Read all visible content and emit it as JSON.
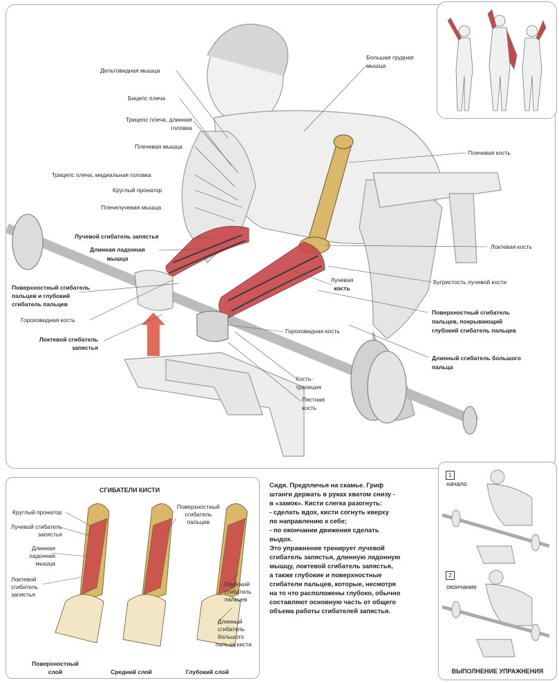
{
  "main_labels": {
    "deltoid": "Дельтовидная мышца",
    "biceps": "Бицепс плеча",
    "triceps_long_1": "Трицепс плеча, длинная",
    "triceps_long_2": "головка",
    "brachialis": "Плечевая мышца",
    "triceps_medial": "Трицепс плеча, медиальная головка",
    "pronator_teres": "Круглый пронатор",
    "brachioradialis": "Плечелучевая мышца",
    "fcr": "Лучевой сгибатель запястья",
    "palmaris_1": "Длинная ладонная",
    "palmaris_2": "мышца",
    "fds_fdp_1": "Поверхностный сгибатель",
    "fds_fdp_2": "пальцев и глубокий",
    "fds_fdp_3": "сгибатель пальцев",
    "pisiform_left": "Гороховидная кость",
    "fcu_1": "Локтевой сгибатель",
    "fcu_2": "запястья",
    "pectoralis_1": "Большая грудная",
    "pectoralis_2": "мышца",
    "humerus": "Плечевая кость",
    "ulna": "Локтевая кость",
    "radial_tuberosity": "Бугристость лучевой кости",
    "radius_1": "Лучевая",
    "radius_2": "кость",
    "fds_cover_1": "Поверхностный сгибатель",
    "fds_cover_2": "пальцев, покрывающий",
    "fds_cover_3": "глубокий сгибатель пальцев",
    "pisiform_right": "Гороховидная кость",
    "fpl_1": "Длинный сгибатель большого",
    "fpl_2": "пальца",
    "hamate_1": "Кость-",
    "hamate_2": "трапеция",
    "metacarpal_1": "Пястная",
    "metacarpal_2": "кость"
  },
  "flexors_panel": {
    "title": "СГИБАТЕЛИ КИСТИ",
    "left_labels": {
      "pronator": "Круглый пронатор",
      "fcr_1": "Лучевой сгибатель",
      "fcr_2": "запястья",
      "palmaris_1": "Длинная",
      "palmaris_2": "ладонная",
      "palmaris_3": "мышца",
      "fcu_1": "Локтевой",
      "fcu_2": "сгибатель",
      "fcu_3": "запястья"
    },
    "mid_labels": {
      "fds_1": "Поверхностный",
      "fds_2": "сгибатель",
      "fds_3": "пальцев"
    },
    "right_labels": {
      "fdp_1": "Глубокий",
      "fdp_2": "сгибатель",
      "fdp_3": "пальцев",
      "fpl_1": "Длинный",
      "fpl_2": "сгибатель",
      "fpl_3": "большого",
      "fpl_4": "пальца кисти"
    },
    "captions": {
      "surface_1": "Поверхностный",
      "surface_2": "слой",
      "middle": "Средний слой",
      "deep": "Глубокий слой"
    }
  },
  "description": {
    "line1": "Сидя. Предплечья на скамье. Гриф",
    "line2": "штанги держать в руках хватом снизу -",
    "line3": "в «замок». Кисти слегка разогнуть:",
    "line4": "-   сделать вдох, кисти согнуть кверху",
    "line5": "по направлению к себе;",
    "line6": "-   по окончании движения сделать",
    "line7": "выдох.",
    "line8": "Это упражнение тренирует лучевой",
    "line9": "сгибатель запястья, длинную ладонную",
    "line10": "мышцу, локтевой сгибатель запястья,",
    "line11": "а также глубокие и поверхностные",
    "line12": "сгибатели пальцев, которые, несмотря",
    "line13": "на то что расположены глубоко, обычно",
    "line14": "составляют основную часть от общего",
    "line15": "объема работы сгибателей запястья."
  },
  "execution": {
    "step1_num": "1",
    "step1_label": "начало",
    "step2_num": "2",
    "step2_label": "окончание",
    "title": "ВЫПОЛНЕНИЕ УПРАЖНЕНИЯ"
  },
  "colors": {
    "muscle_red": "#c8464a",
    "bone_yellow": "#d9b86a",
    "sketch_gray": "#8a8a8a",
    "arrow_red": "#e26a5a"
  }
}
